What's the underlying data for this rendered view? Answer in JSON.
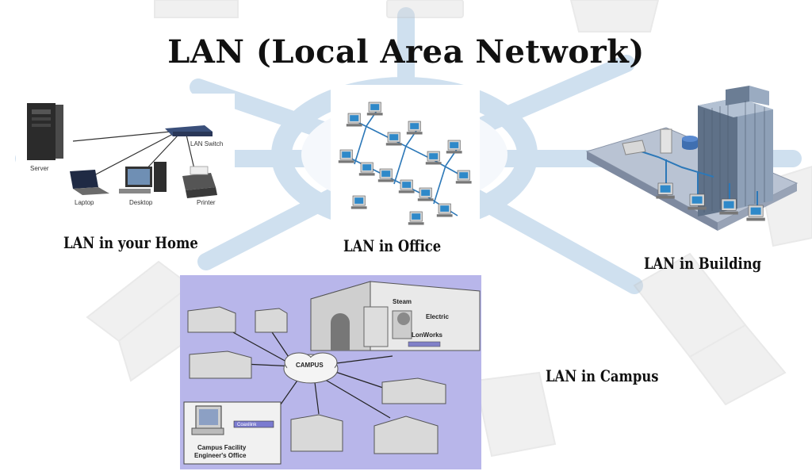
{
  "title": "LAN (Local Area Network)",
  "captions": {
    "home": "LAN in your Home",
    "office": "LAN in Office",
    "building": "LAN in Building",
    "campus": "LAN in Campus"
  },
  "home_labels": {
    "server": "Server",
    "switch": "LAN Switch",
    "laptop": "Laptop",
    "desktop": "Desktop",
    "printer": "Printer"
  },
  "campus_labels": {
    "campus": "CAMPUS",
    "steam": "Steam",
    "electric": "Electric",
    "lonworks": "LonWorks",
    "device": "Coaxilink",
    "office_line1": "Campus Facility",
    "office_line2": "Engineer's Office"
  },
  "colors": {
    "ring": "#a9c7e3",
    "campus_bg": "#b8b6ea",
    "building_floor": "#b9c3d3",
    "network_line": "#2c78b8"
  }
}
